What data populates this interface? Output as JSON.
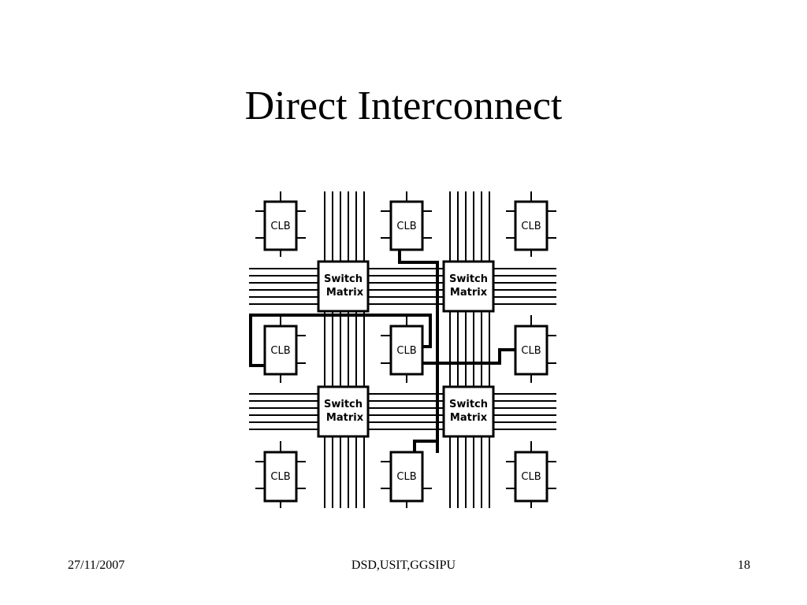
{
  "slide": {
    "title": "Direct Interconnect"
  },
  "diagram": {
    "clb_label": "CLB",
    "switch_line1": "Switch",
    "switch_line2": "Matrix"
  },
  "footer": {
    "date": "27/11/2007",
    "center": "DSD,USIT,GGSIPU",
    "page": "18"
  }
}
